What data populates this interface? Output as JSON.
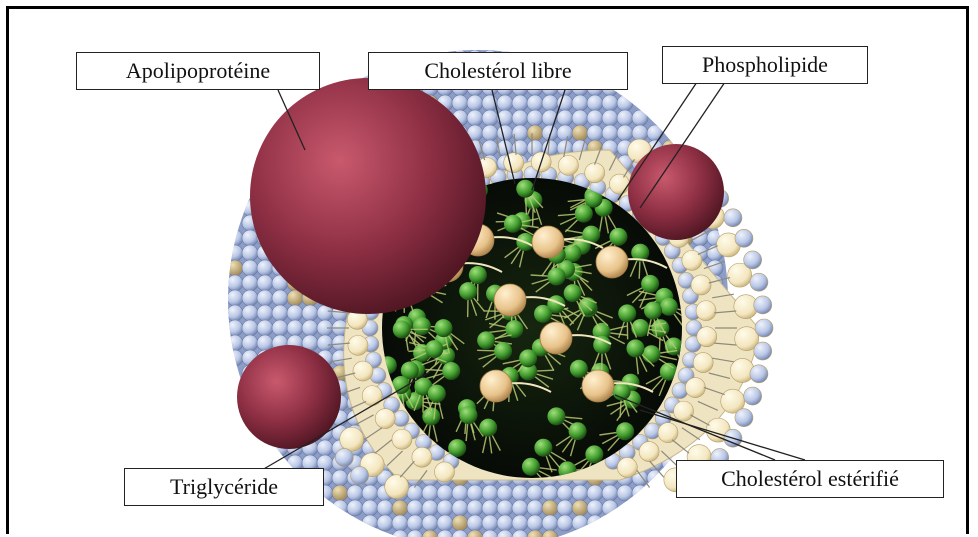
{
  "diagram": {
    "labels": {
      "apolipoprotein": "Apolipoprotéine",
      "free_cholesterol": "Cholestérol libre",
      "phospholipid": "Phospholipide",
      "triglyceride": "Triglycéride",
      "esterified_cholesterol": "Cholestérol estérifié"
    },
    "colors": {
      "apolipoprotein": "#8e2f44",
      "phospholipid_head": "#b9c7e6",
      "free_cholesterol": "#f3e6bf",
      "triglyceride": "#3f9a2c",
      "esterified_cholesterol": "#e8c38a",
      "core_background": "#0e1a0c"
    }
  }
}
